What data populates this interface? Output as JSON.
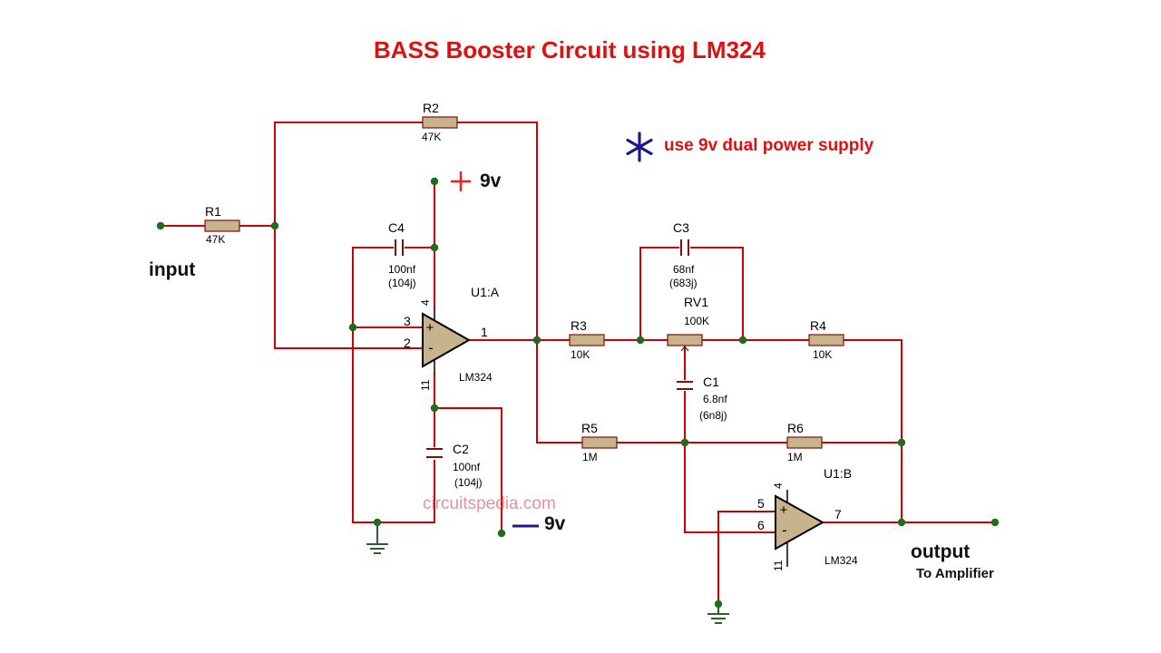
{
  "title": "BASS Booster Circuit using LM324",
  "note": "use 9v dual power supply",
  "watermark": "circuitspedia.com",
  "colors": {
    "wire": "#cc0000",
    "title": "#dd1111",
    "component_body": "#c8b48c",
    "note_star": "#1a1a8c",
    "ground": "#2f5f2f",
    "junction": "#1f6b1f"
  },
  "labels": {
    "input": "input",
    "output": "output",
    "output_sub": "To Amplifier",
    "plus_supply": "9v",
    "minus_supply": "9v"
  },
  "components": {
    "R1": {
      "ref": "R1",
      "value": "47K"
    },
    "R2": {
      "ref": "R2",
      "value": "47K"
    },
    "R3": {
      "ref": "R3",
      "value": "10K"
    },
    "R4": {
      "ref": "R4",
      "value": "10K"
    },
    "R5": {
      "ref": "R5",
      "value": "1M"
    },
    "R6": {
      "ref": "R6",
      "value": "1M"
    },
    "RV1": {
      "ref": "RV1",
      "value": "100K"
    },
    "C1": {
      "ref": "C1",
      "value": "6.8nf",
      "code": "(6n8j)"
    },
    "C2": {
      "ref": "C2",
      "value": "100nf",
      "code": "(104j)"
    },
    "C3": {
      "ref": "C3",
      "value": "68nf",
      "code": "(683j)"
    },
    "C4": {
      "ref": "C4",
      "value": "100nf",
      "code": "(104j)"
    },
    "U1A": {
      "ref": "U1:A",
      "part": "LM324",
      "pins": {
        "noninv": "3",
        "inv": "2",
        "out": "1",
        "vpos": "4",
        "vneg": "11"
      },
      "plus": "+",
      "minus": "-"
    },
    "U1B": {
      "ref": "U1:B",
      "part": "LM324",
      "pins": {
        "noninv": "5",
        "inv": "6",
        "out": "7",
        "vpos": "4",
        "vneg": "11"
      },
      "plus": "+",
      "minus": "-"
    }
  }
}
